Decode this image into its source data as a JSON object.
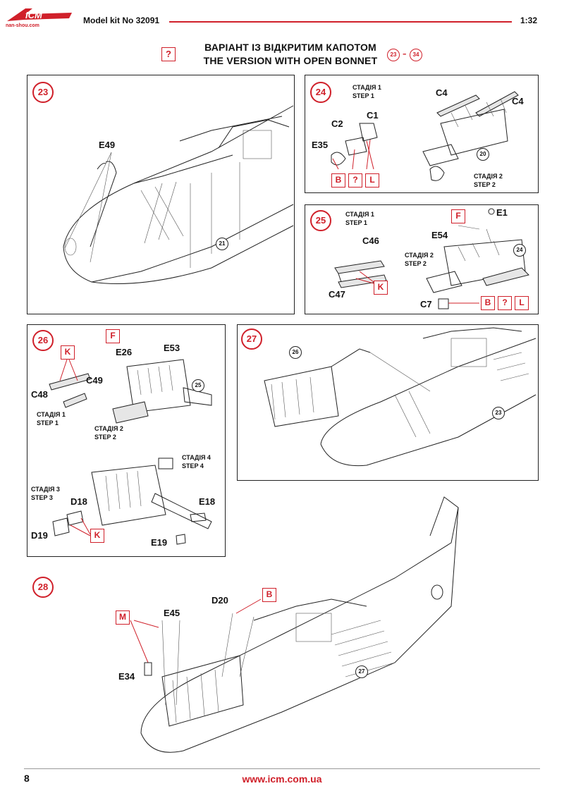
{
  "header": {
    "logo_text": "ICM",
    "logo_site": "nan-shou.com",
    "kit": "Model kit No 32091",
    "scale": "1:32"
  },
  "title": {
    "line_ua": "ВАРІАНТ ІЗ ВІДКРИТИМ КАПОТОМ",
    "line_en": "THE VERSION WITH OPEN BONNET",
    "option_mark": "?",
    "range_from": "23",
    "range_dash": "–",
    "range_to": "34"
  },
  "steps": {
    "s23": {
      "num": "23",
      "parts": {
        "e49": "E49"
      },
      "ref": "21"
    },
    "s24": {
      "num": "24",
      "stage1": "СТАДІЯ 1",
      "step1": "STEP 1",
      "stage2": "СТАДІЯ 2",
      "step2": "STEP 2",
      "parts": {
        "c1": "C1",
        "c2": "C2",
        "c4a": "C4",
        "c4b": "C4",
        "e35": "E35"
      },
      "colors": [
        "B",
        "?",
        "L"
      ],
      "ref": "20"
    },
    "s25": {
      "num": "25",
      "stage1": "СТАДІЯ 1",
      "step1": "STEP 1",
      "stage2": "СТАДІЯ 2",
      "step2": "STEP 2",
      "parts": {
        "c46": "C46",
        "c47": "C47",
        "c7": "C7",
        "e1": "E1",
        "e54": "E54"
      },
      "color_k": "K",
      "color_f": "F",
      "colors": [
        "B",
        "?",
        "L"
      ],
      "ref": "24"
    },
    "s26": {
      "num": "26",
      "stage1": "СТАДІЯ 1",
      "step1": "STEP 1",
      "stage2": "СТАДІЯ 2",
      "step2": "STEP 2",
      "stage3": "СТАДІЯ 3",
      "step3": "STEP 3",
      "stage4": "СТАДІЯ 4",
      "step4": "STEP 4",
      "parts": {
        "c48": "C48",
        "c49": "C49",
        "e26": "E26",
        "e53": "E53",
        "d18": "D18",
        "d19": "D19",
        "e18": "E18",
        "e19": "E19"
      },
      "color_k1": "K",
      "color_f": "F",
      "color_k2": "K",
      "ref": "25"
    },
    "s27": {
      "num": "27",
      "ref_engine": "26",
      "ref_body": "23"
    },
    "s28": {
      "num": "28",
      "parts": {
        "d20": "D20",
        "e45": "E45",
        "e34": "E34"
      },
      "color_m": "M",
      "color_b": "B",
      "ref": "27"
    }
  },
  "footer": {
    "page": "8",
    "url": "www.icm.com.ua"
  },
  "colors": {
    "accent": "#d0202a",
    "ink": "#222222"
  }
}
